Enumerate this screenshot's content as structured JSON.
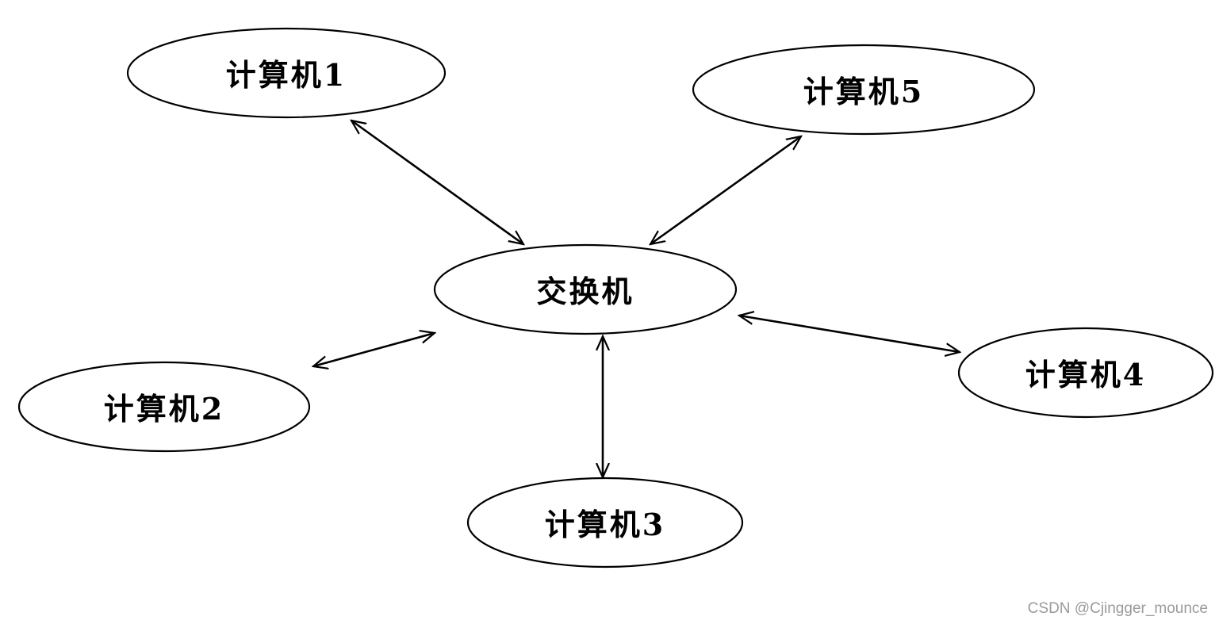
{
  "diagram": {
    "hub": {
      "label": "交换机"
    },
    "computers": [
      {
        "label": "计算机1"
      },
      {
        "label": "计算机2"
      },
      {
        "label": "计算机3"
      },
      {
        "label": "计算机4"
      },
      {
        "label": "计算机5"
      }
    ],
    "connections": [
      {
        "from": "交换机",
        "to": "计算机1",
        "arrows": "both"
      },
      {
        "from": "交换机",
        "to": "计算机2",
        "arrows": "both"
      },
      {
        "from": "交换机",
        "to": "计算机3",
        "arrows": "both"
      },
      {
        "from": "交换机",
        "to": "计算机4",
        "arrows": "both"
      },
      {
        "from": "交换机",
        "to": "计算机5",
        "arrows": "both"
      }
    ]
  },
  "watermark": "CSDN @Cjingger_mounce"
}
